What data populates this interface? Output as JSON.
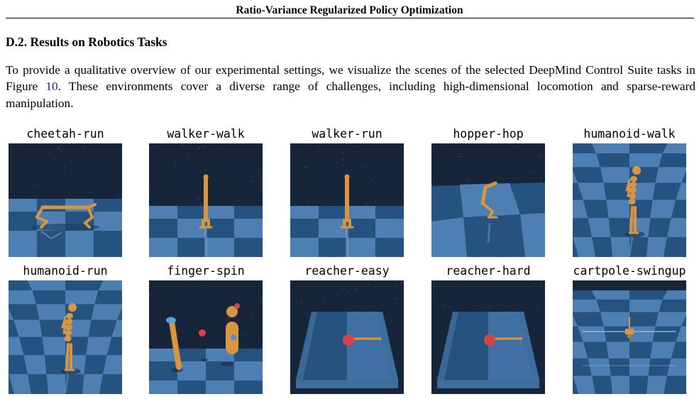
{
  "header": {
    "running_title": "Ratio-Variance Regularized Policy Optimization"
  },
  "section": {
    "title": "D.2. Results on Robotics Tasks",
    "paragraph_before_ref": "To provide a qualitative overview of our experimental settings, we visualize the scenes of the selected DeepMind Control Suite tasks in Figure ",
    "figure_ref": "10",
    "paragraph_after_ref": ". These environments cover a diverse range of challenges, including high-dimensional locomotion and sparse-reward manipulation."
  },
  "figure": {
    "panels": [
      {
        "label": "cheetah-run",
        "scene": "cheetah"
      },
      {
        "label": "walker-walk",
        "scene": "walker"
      },
      {
        "label": "walker-run",
        "scene": "walker"
      },
      {
        "label": "hopper-hop",
        "scene": "hopper"
      },
      {
        "label": "humanoid-walk",
        "scene": "humanoid"
      },
      {
        "label": "humanoid-run",
        "scene": "humanoid"
      },
      {
        "label": "finger-spin",
        "scene": "finger"
      },
      {
        "label": "reacher-easy",
        "scene": "reacher"
      },
      {
        "label": "reacher-hard",
        "scene": "reacher"
      },
      {
        "label": "cartpole-swingup",
        "scene": "cartpole"
      }
    ],
    "colors": {
      "sky": "#16253a",
      "floor_light": "#4d7fb3",
      "floor_dark": "#26527f",
      "body": "#d9953f",
      "target": "#d64545"
    }
  }
}
